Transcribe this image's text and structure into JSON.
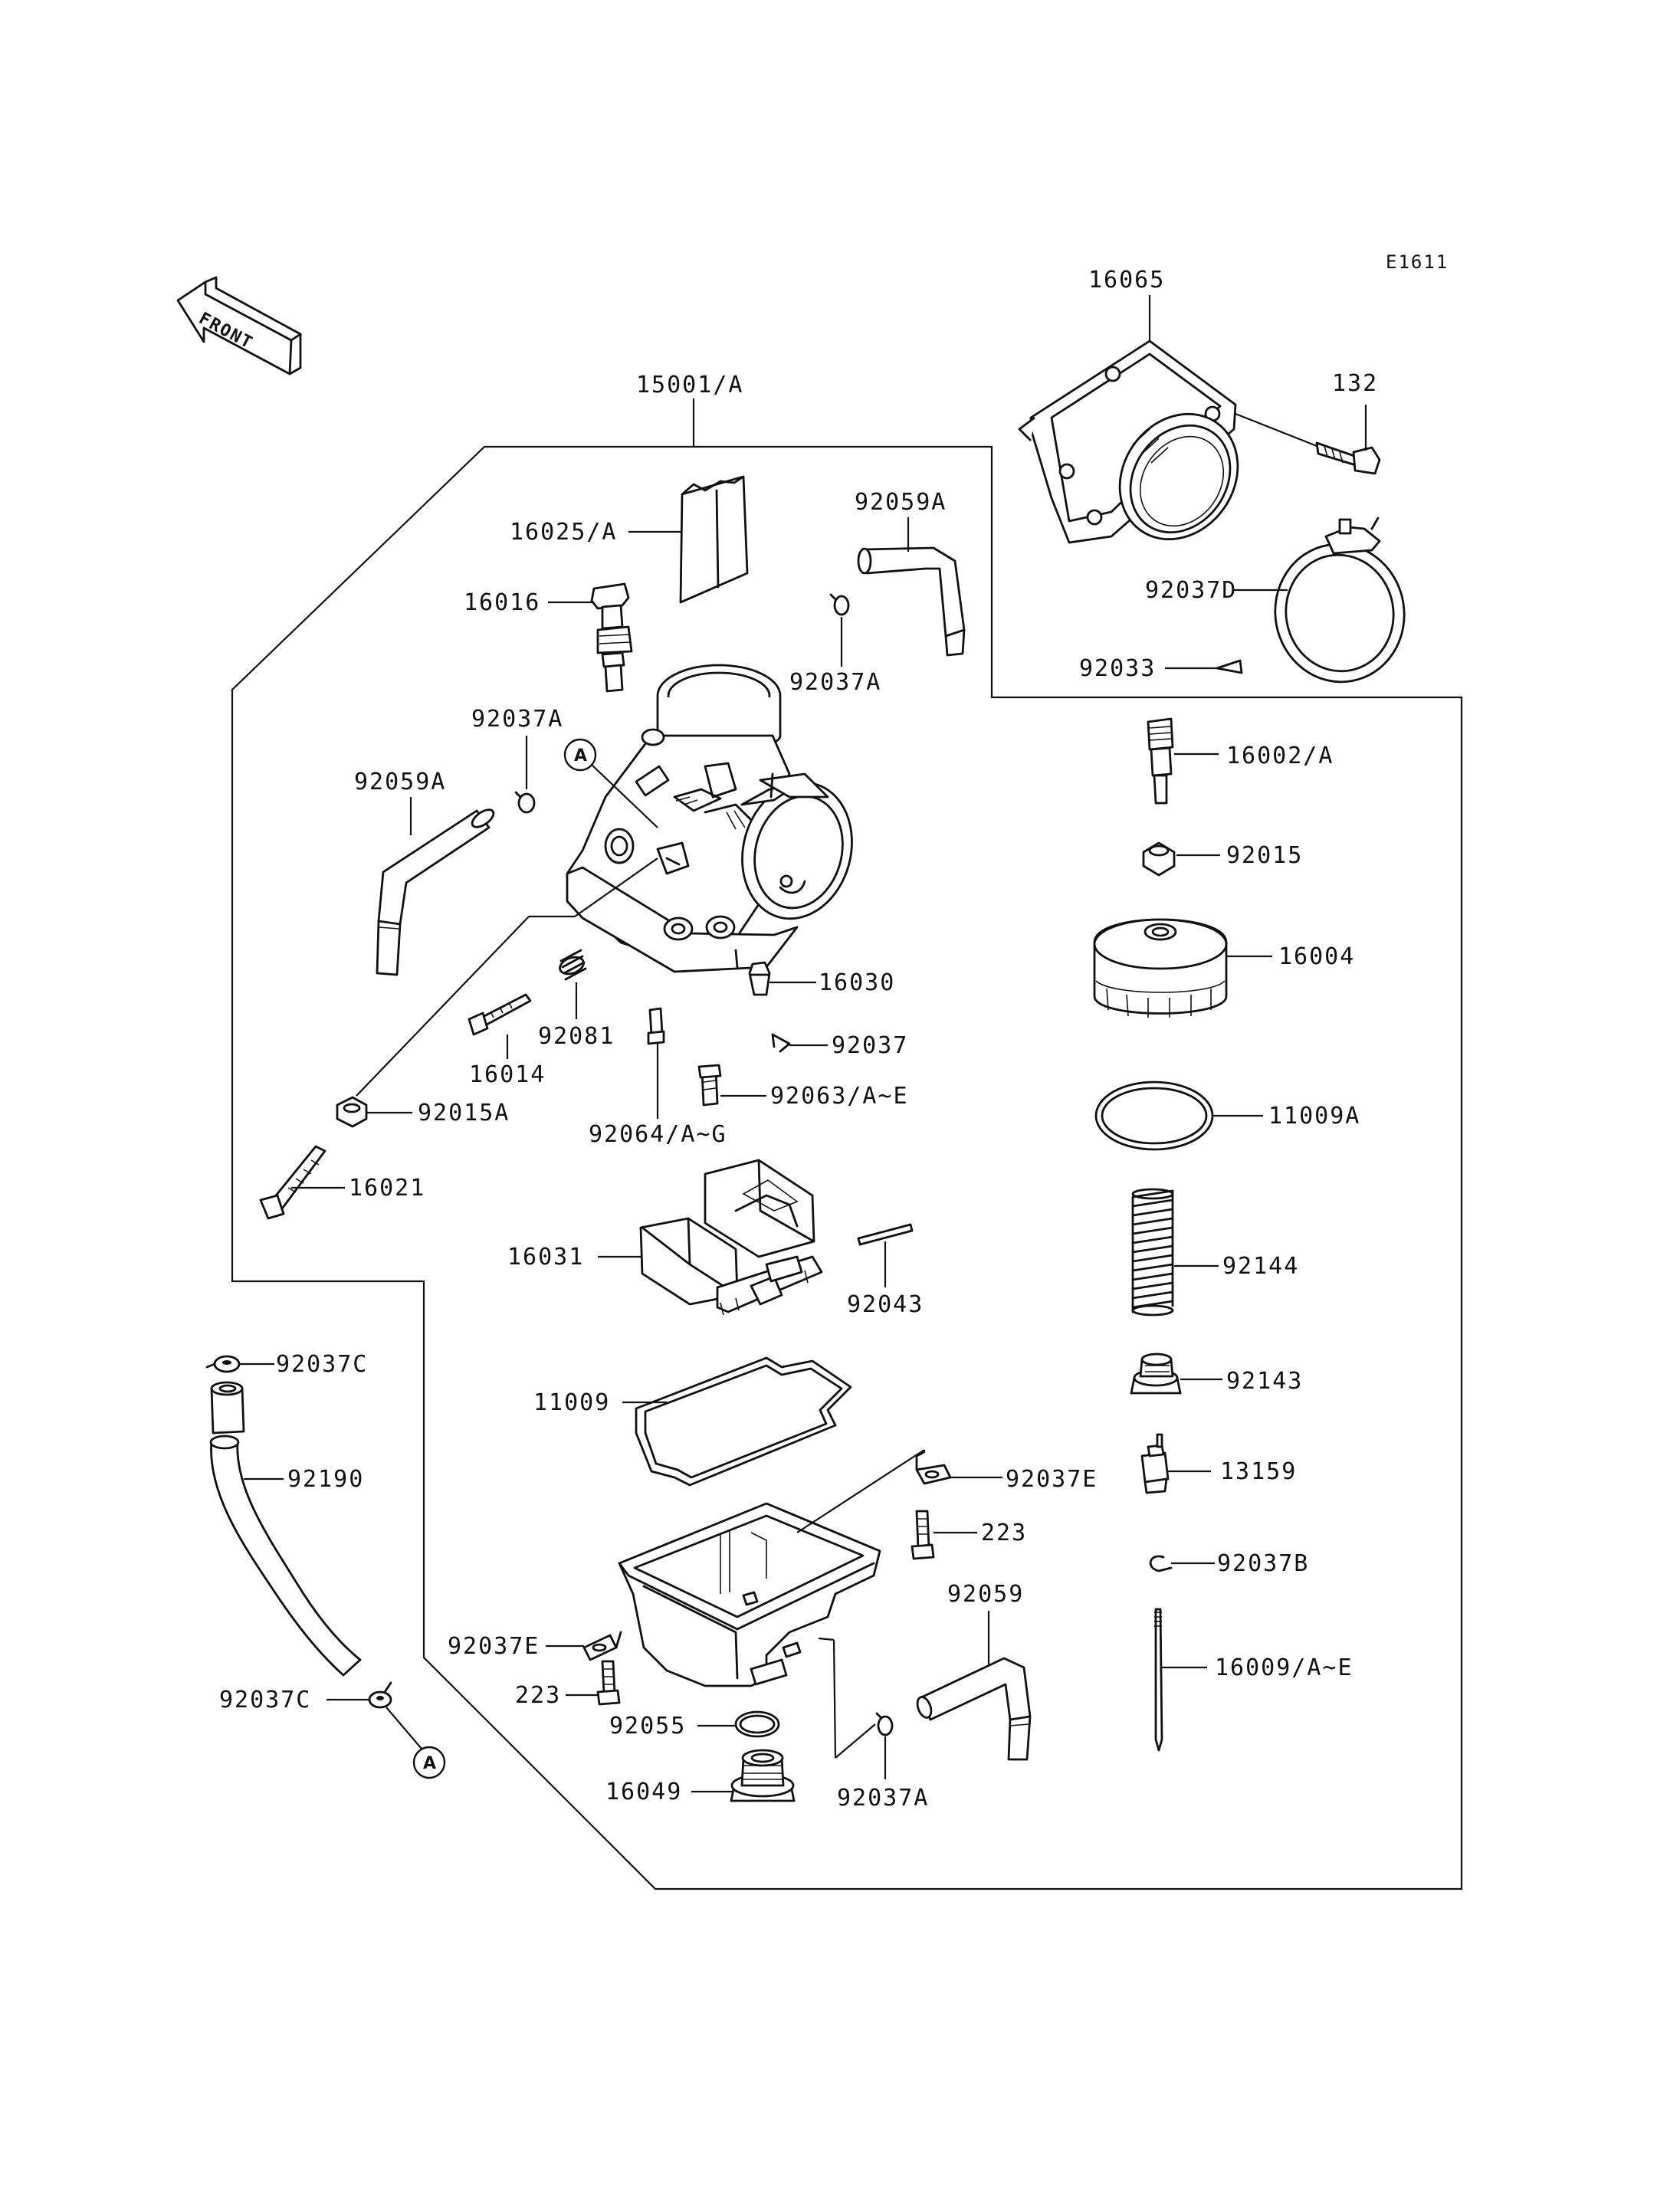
{
  "diagram_code": "E1611",
  "front_label": "FRONT",
  "marker": "A",
  "labels": {
    "p15001A": "15001/A",
    "p16065": "16065",
    "p132": "132",
    "p92037D": "92037D",
    "p92033": "92033",
    "p16025A": "16025/A",
    "p92059A_top": "92059A",
    "p16016": "16016",
    "p92037A_top": "92037A",
    "p92037A_left": "92037A",
    "p92059A_left": "92059A",
    "p16002A": "16002/A",
    "p92015": "92015",
    "p16004": "16004",
    "p16030": "16030",
    "p92081": "92081",
    "p16014": "16014",
    "p92037": "92037",
    "p92063AE": "92063/A~E",
    "p92015A": "92015A",
    "p92064AG": "92064/A~G",
    "p11009A": "11009A",
    "p16021": "16021",
    "p92144": "92144",
    "p16031": "16031",
    "p92043": "92043",
    "p92143": "92143",
    "p92037C_top": "92037C",
    "p11009": "11009",
    "p13159": "13159",
    "p92037E_right": "92037E",
    "p92190": "92190",
    "p223_right": "223",
    "p92037B": "92037B",
    "p92059": "92059",
    "p92037E_left": "92037E",
    "p16009AE": "16009/A~E",
    "p223_left": "223",
    "p92037C_bottom": "92037C",
    "p92055": "92055",
    "p16049": "16049",
    "p92037A_bottom": "92037A"
  },
  "icons": {
    "front_arrow": "front-arrow-icon",
    "reference_marker": "reference-marker-icon"
  }
}
